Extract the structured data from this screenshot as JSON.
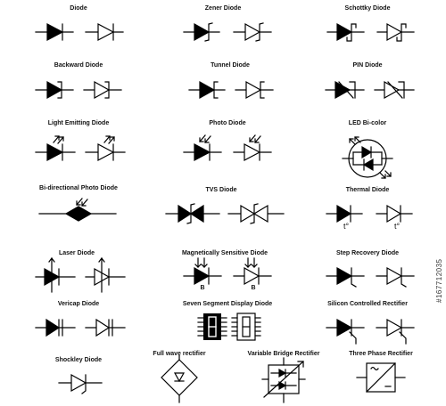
{
  "symbols": {
    "diode": "Diode",
    "zener": "Zener Diode",
    "schottky": "Schottky Diode",
    "backward": "Backward Diode",
    "tunnel": "Tunnel Diode",
    "pin": "PIN Diode",
    "led": "Light Emitting Diode",
    "photo": "Photo Diode",
    "led_bicolor": "LED Bi-color",
    "bidir_photo": "Bi-directional Photo Diode",
    "tvs": "TVS Diode",
    "thermal": "Thermal Diode",
    "laser": "Laser Diode",
    "magnetic": "Magnetically Sensitive Diode",
    "step_recovery": "Step Recovery Diode",
    "vericap": "Vericap Diode",
    "seven_segment": "Seven Segment Display Diode",
    "scr": "Silicon Controlled Rectifier",
    "shockley": "Shockley Diode",
    "full_wave": "Full wave rectifier",
    "bridge": "Variable Bridge Rectifier",
    "three_phase": "Three Phase Rectifier"
  },
  "annotations": {
    "thermal_t": "t°",
    "magnetic_b": "B",
    "segment_digit": "8"
  },
  "stock_id": "#167712035"
}
